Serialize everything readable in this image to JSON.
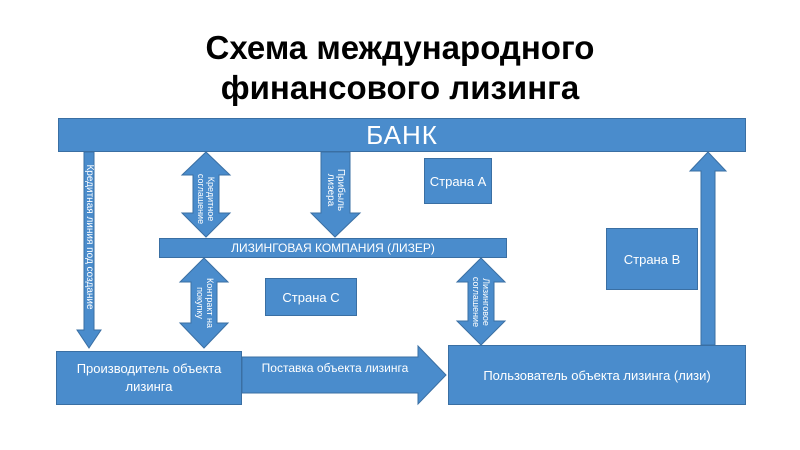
{
  "title": {
    "line1": "Схема международного",
    "line2": "финансового лизинга"
  },
  "nodes": {
    "bank": "БАНК",
    "lessor": "ЛИЗИНГОВАЯ КОМПАНИЯ (ЛИЗЕР)",
    "producer": "Производитель объекта лизинга",
    "user": "Пользователь объекта лизинга (лизи)",
    "country_a": "Страна А",
    "country_b": "Страна В",
    "country_c": "Страна С"
  },
  "arrows": {
    "credit_line": "Кредитная линия под создание",
    "credit_agreement": "Кредитное соглашение",
    "lessor_profit": "Прибыль лизера",
    "purchase_contract": "Контракт на покупку",
    "leasing_agreement": "Лизинговое соглашение",
    "supply": "Поставка объекта лизинга"
  },
  "colors": {
    "fill": "#4a8ccc",
    "border": "#3a6fa3",
    "text_on_shape": "#ffffff"
  }
}
